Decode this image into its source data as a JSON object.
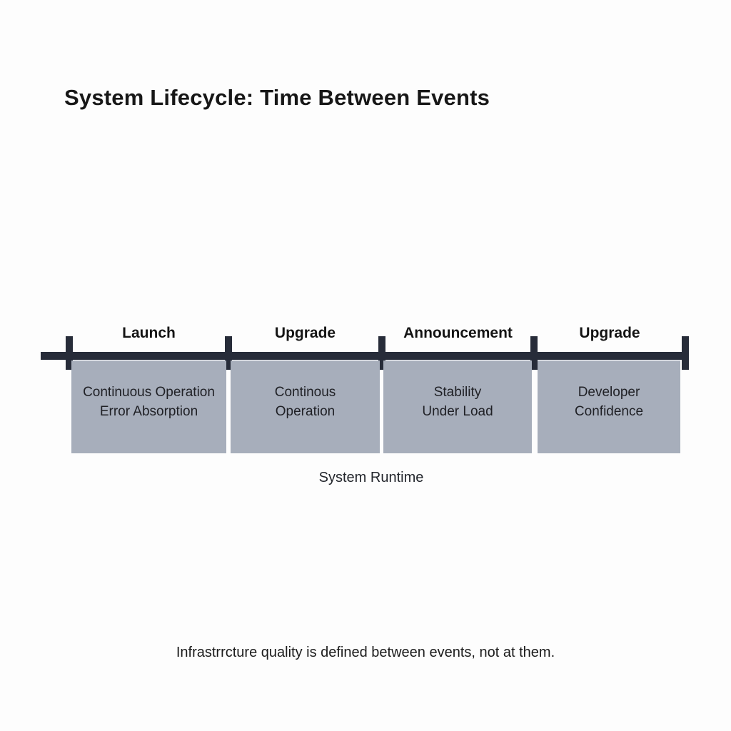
{
  "title": "System Lifecycle: Time Between Events",
  "timeline": {
    "axis_label": "System Runtime",
    "segments": [
      {
        "event_label": "Launch",
        "box_lines": [
          "Continuous Operation",
          "Error Absorption"
        ]
      },
      {
        "event_label": "Upgrade",
        "box_lines": [
          "Continous",
          "Operation"
        ]
      },
      {
        "event_label": "Announcement",
        "box_lines": [
          "Stability",
          "Under Load"
        ]
      },
      {
        "event_label": "Upgrade",
        "box_lines": [
          "Developer",
          "Confidence"
        ]
      }
    ]
  },
  "caption": "Infrastrrcture quality is defined between events, not at them.",
  "colors": {
    "timeline_bar": "#272c39",
    "box_fill": "#a7aebb",
    "text": "#1b1d21",
    "background": "#fdfdfd"
  }
}
